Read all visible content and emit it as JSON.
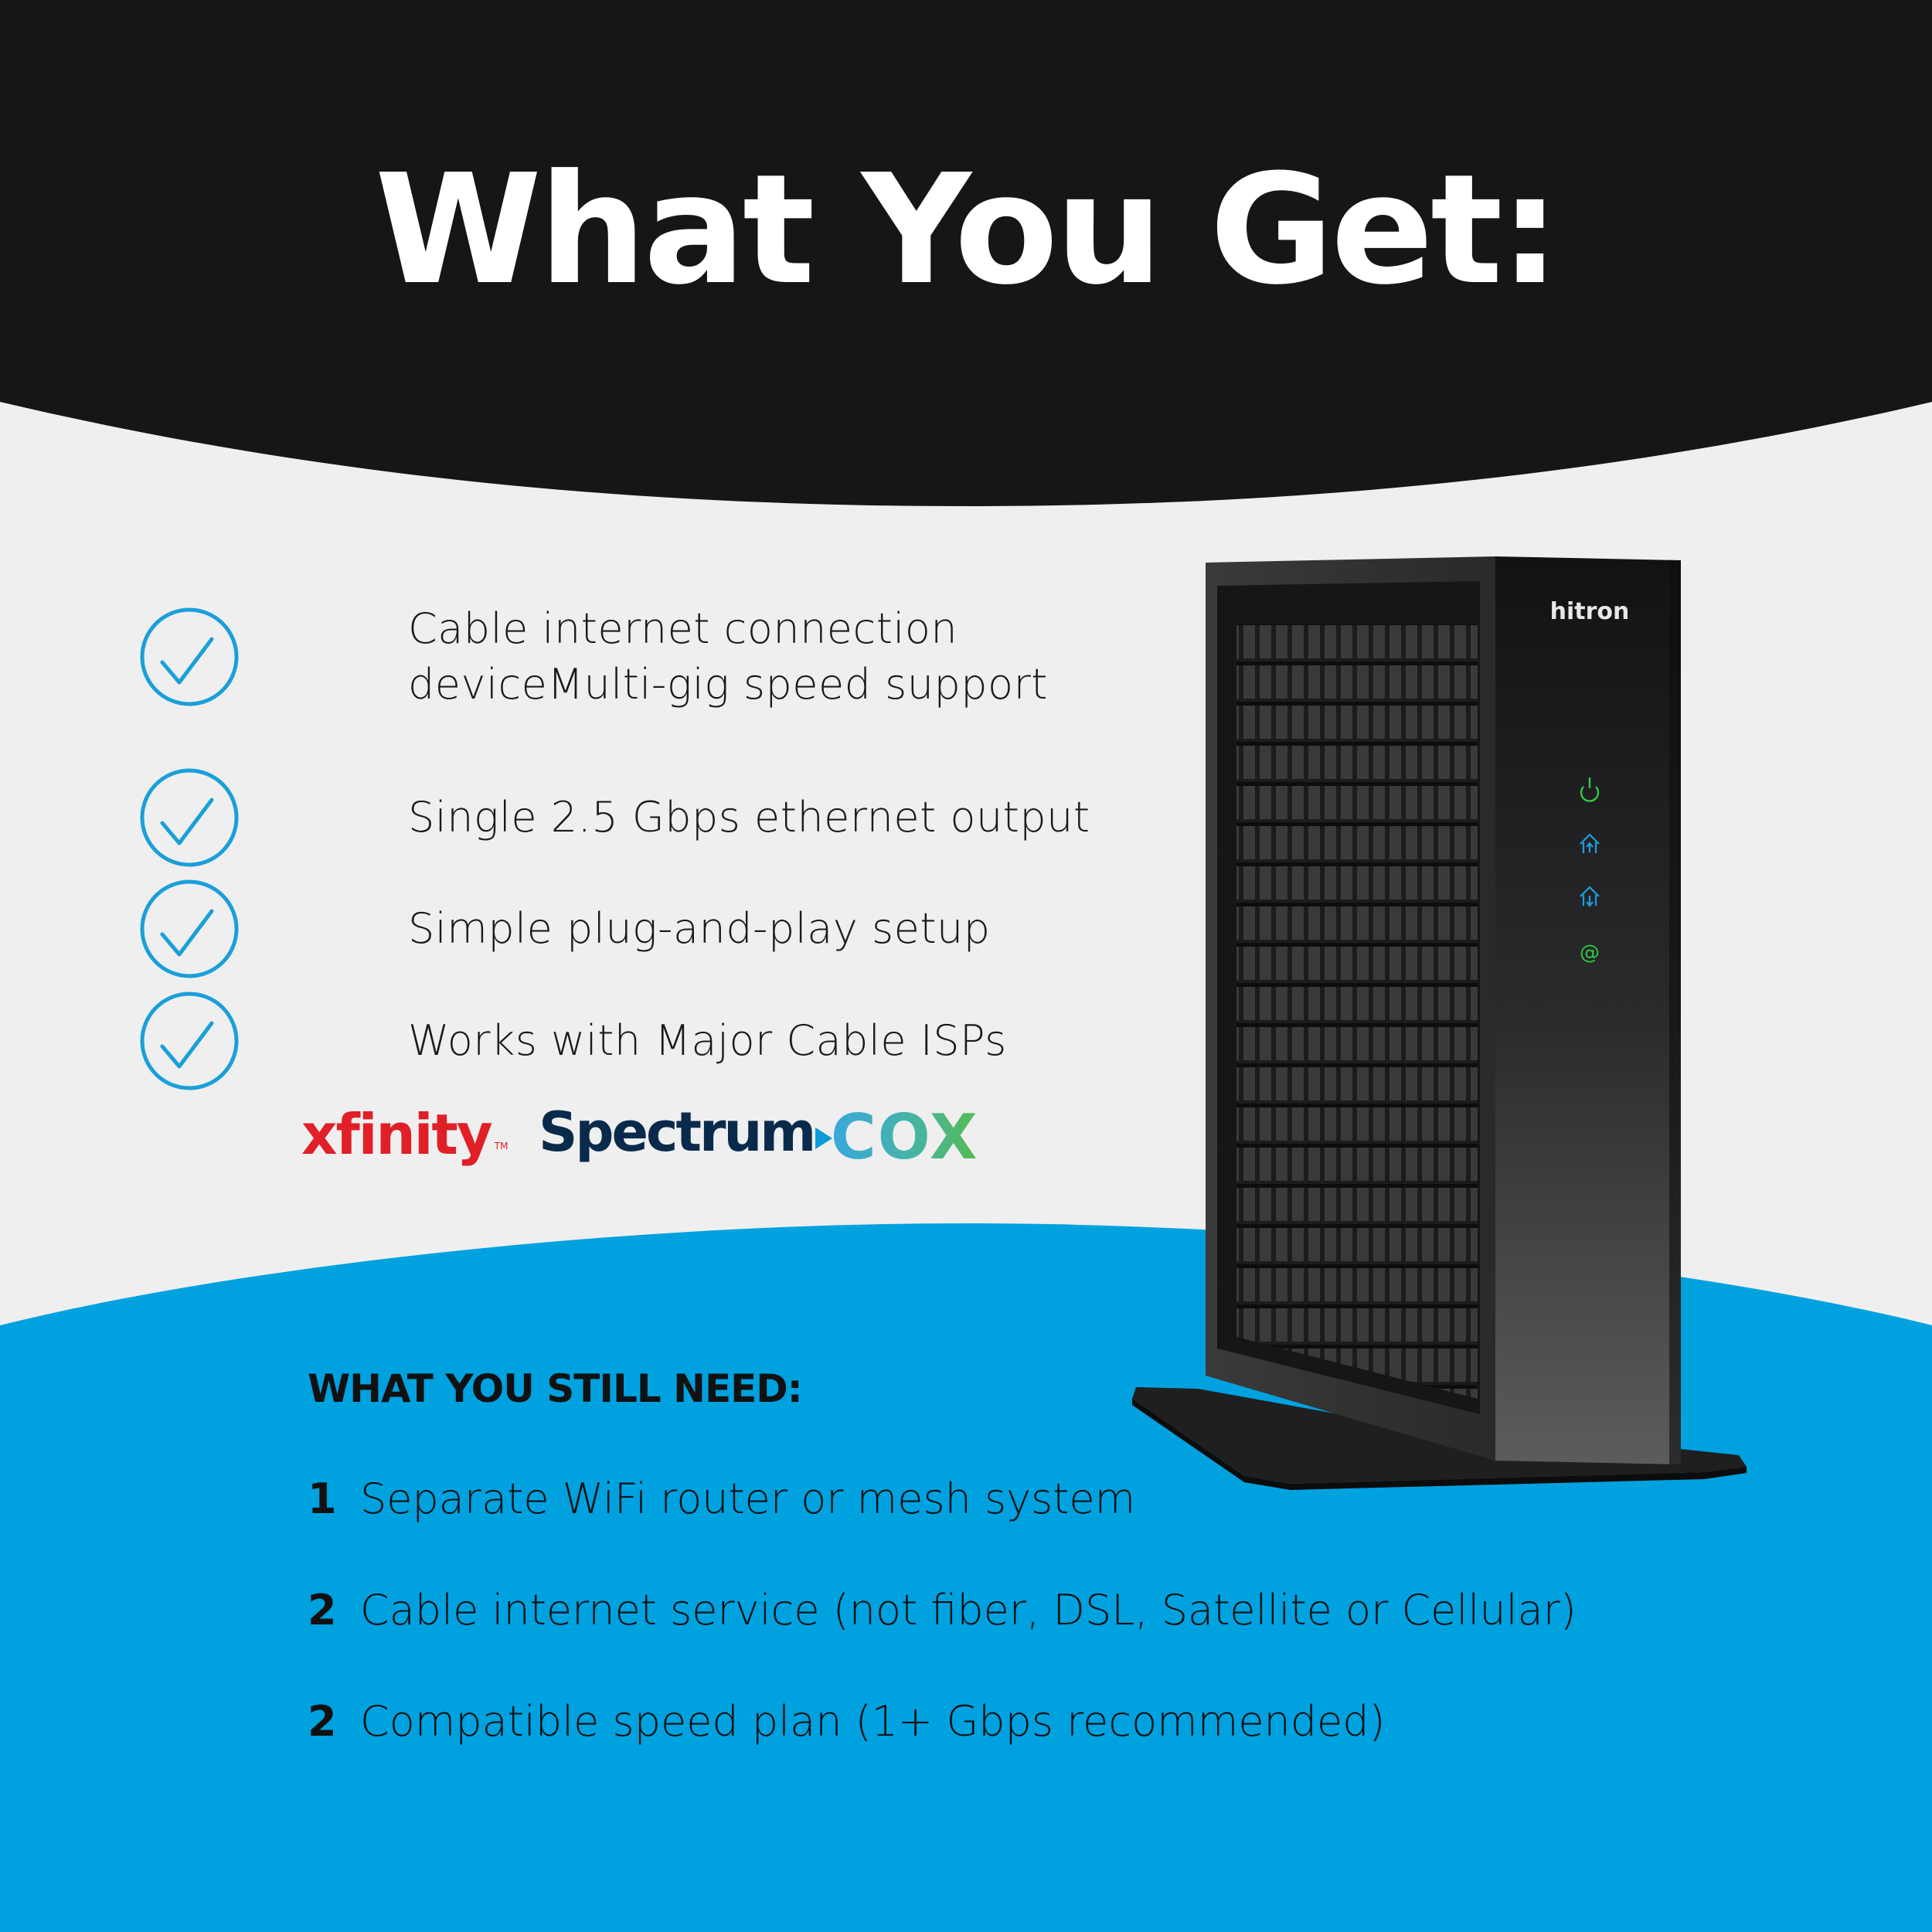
{
  "header": {
    "title": "What You Get:"
  },
  "features": [
    {
      "icon": "check-circle-icon",
      "lines": [
        "Cable internet connection",
        "deviceMulti-gig speed support"
      ]
    },
    {
      "icon": "check-circle-icon",
      "lines": [
        "Single 2.5 Gbps ethernet output"
      ]
    },
    {
      "icon": "check-circle-icon",
      "lines": [
        "Simple plug-and-play setup"
      ]
    },
    {
      "icon": "check-circle-icon",
      "lines": [
        "Works with Major Cable ISPs"
      ]
    }
  ],
  "isp_logos": {
    "xfinity": {
      "label": "xfinity",
      "tm": "TM",
      "color": "#e01f26"
    },
    "spectrum": {
      "label": "Spectrum",
      "color": "#0a2a4b",
      "arrow_color": "#0c9ad8"
    },
    "cox": {
      "label": "COX",
      "color_start": "#3aa7dd",
      "color_end": "#56bb4f"
    }
  },
  "still_need": {
    "title": "WHAT YOU STILL NEED:",
    "items": [
      {
        "number": "1",
        "text": "Separate WiFi router or mesh system"
      },
      {
        "number": "2",
        "text": "Cable internet service (not fiber, DSL, Satellite or Cellular)"
      },
      {
        "number": "2",
        "text": "Compatible speed plan (1+ Gbps recommended)"
      }
    ]
  },
  "product": {
    "brand": "hitron",
    "leds": [
      {
        "name": "power-led",
        "color": "#2ecc40"
      },
      {
        "name": "upstream-led",
        "color": "#1e9fe0"
      },
      {
        "name": "downstream-led",
        "color": "#1e9fe0"
      },
      {
        "name": "online-led",
        "color": "#2ecc40",
        "glyph": "@"
      }
    ]
  },
  "colors": {
    "header_bg": "#161616",
    "page_bg": "#efefef",
    "accent_blue": "#00a1df",
    "check_blue": "#1a9fd9",
    "text_dark": "#111111"
  }
}
